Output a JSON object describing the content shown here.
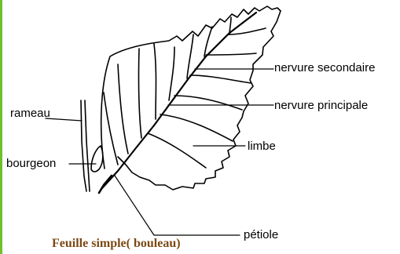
{
  "caption": "Feuille simple( bouleau)",
  "labels": {
    "nervure_secondaire": "nervure secondaire",
    "nervure_principale": "nervure principale",
    "limbe": "limbe",
    "rameau": "rameau",
    "bourgeon": "bourgeon",
    "petiole": "pétiole"
  },
  "colors": {
    "border_accent": "#6fbf2a",
    "caption_text": "#7a4a16",
    "line": "#000000"
  }
}
